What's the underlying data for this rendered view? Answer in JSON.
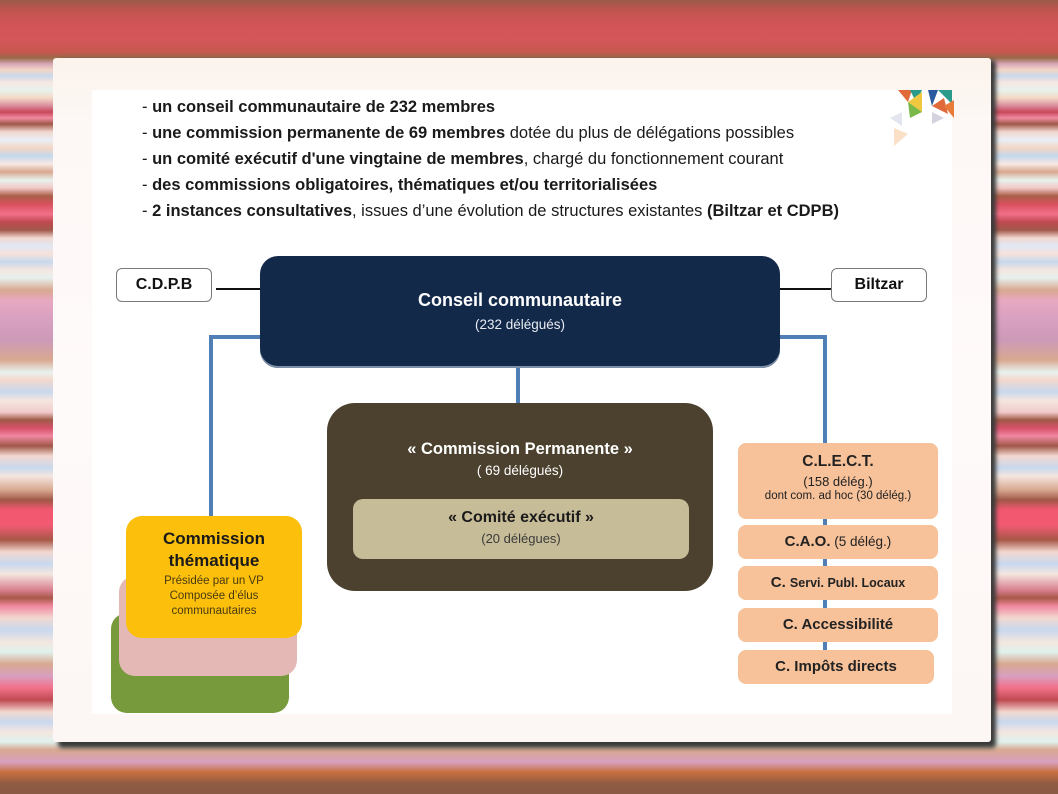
{
  "bullets": [
    {
      "bold": "un conseil communautaire de 232 membres",
      "rest": "",
      "tail_bold": ""
    },
    {
      "bold": "une commission permanente de 69 membres",
      "rest": " dotée du plus de délégations possibles",
      "tail_bold": ""
    },
    {
      "bold": "un comité exécutif d'une vingtaine de membres",
      "rest": ", chargé du fonctionnement courant",
      "tail_bold": ""
    },
    {
      "bold": "des commissions obligatoires, thématiques et/ou territorialisées",
      "rest": "",
      "tail_bold": ""
    },
    {
      "bold": " 2 instances consultatives",
      "rest": ", issues d’une évolution de structures existantes ",
      "tail_bold": "(Biltzar et CDPB)"
    }
  ],
  "bullet_prefix": "- ",
  "diagram": {
    "cdpb": "C.D.P.B",
    "biltzar": "Biltzar",
    "conseil": {
      "title": "Conseil communautaire",
      "subtitle": "(232 délégués)"
    },
    "commission_permanente": {
      "title": "« Commission Permanente »",
      "subtitle": "( 69 délégués)"
    },
    "comite_executif": {
      "title": "« Comité exécutif »",
      "subtitle": "(20 délégues)"
    },
    "commission_thematique": {
      "title_line1": "Commission",
      "title_line2": "thématique",
      "line1": "Présidée par un VP",
      "line2": "Composée d’élus",
      "line3": "communautaires"
    },
    "clect": {
      "title": "C.L.E.C.T.",
      "subtitle": "(158 délég.)",
      "detail": "dont com. ad hoc (30 délég.)"
    },
    "cao": {
      "title": "C.A.O.",
      "detail": " (5 délég.)"
    },
    "csppl": {
      "prefix": "C. ",
      "rest": "Servi. Publ. Locaux"
    },
    "accessibilite": "C. Accessibilité",
    "impots": "C. Impôts directs"
  },
  "colors": {
    "conseil": "#13294a",
    "permanente": "#4b412e",
    "comite": "#c7bc98",
    "orange_boxes": "#f7c199",
    "thematique_yellow": "#fbbf0c",
    "thematique_pink": "#e4b8b4",
    "thematique_green": "#779a3c",
    "connector": "#4f7fb5"
  }
}
